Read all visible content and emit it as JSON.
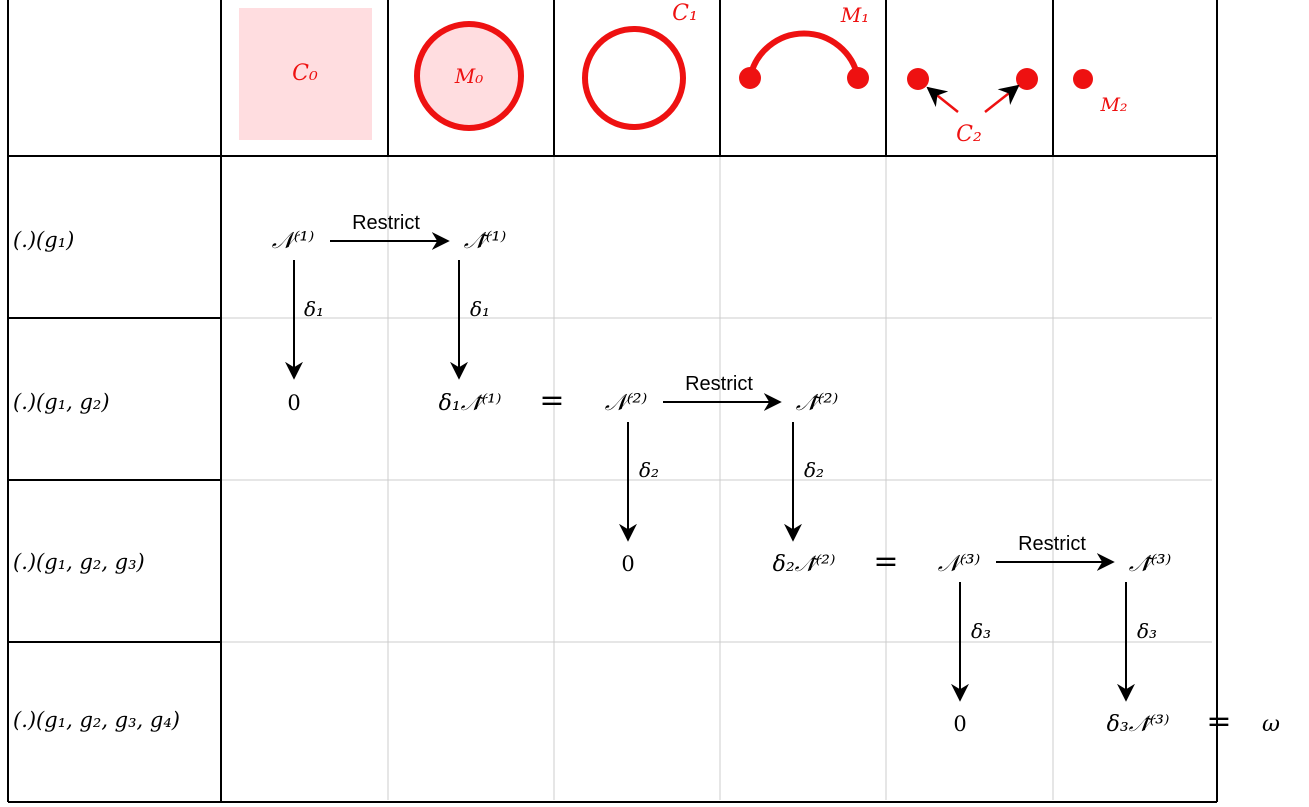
{
  "header": {
    "c0": "C₀",
    "m0": "M₀",
    "c1": "C₁",
    "m1": "M₁",
    "c2": "C₂",
    "m2": "M₂"
  },
  "rows": [
    {
      "label": "(.)(g₁)"
    },
    {
      "label": "(.)(g₁, g₂)"
    },
    {
      "label": "(.)(g₁, g₂, g₃)"
    },
    {
      "label": "(.)(g₁, g₂, g₃, g₄)"
    }
  ],
  "diagram": {
    "restrict": "Restrict",
    "n1": "𝒩⁽¹⁾",
    "nt1": "𝒩̃⁽¹⁾",
    "d1": "δ₁",
    "zero1": "0",
    "d1nt1": "δ₁𝒩̃⁽¹⁾",
    "eq1": "=",
    "n2": "𝒩⁽²⁾",
    "nt2": "𝒩̃⁽²⁾",
    "d2": "δ₂",
    "zero2": "0",
    "d2nt2": "δ₂𝒩̃⁽²⁾",
    "eq2": "=",
    "n3": "𝒩⁽³⁾",
    "nt3": "𝒩̃⁽³⁾",
    "d3": "δ₃",
    "zero3": "0",
    "d3nt3": "δ₃𝒩̃⁽³⁾",
    "eq3": "=",
    "omega": "ω"
  },
  "colors": {
    "red": "#ee1111",
    "pink_fill": "#ffdde0",
    "grid": "#cccccc",
    "border": "#000000"
  }
}
